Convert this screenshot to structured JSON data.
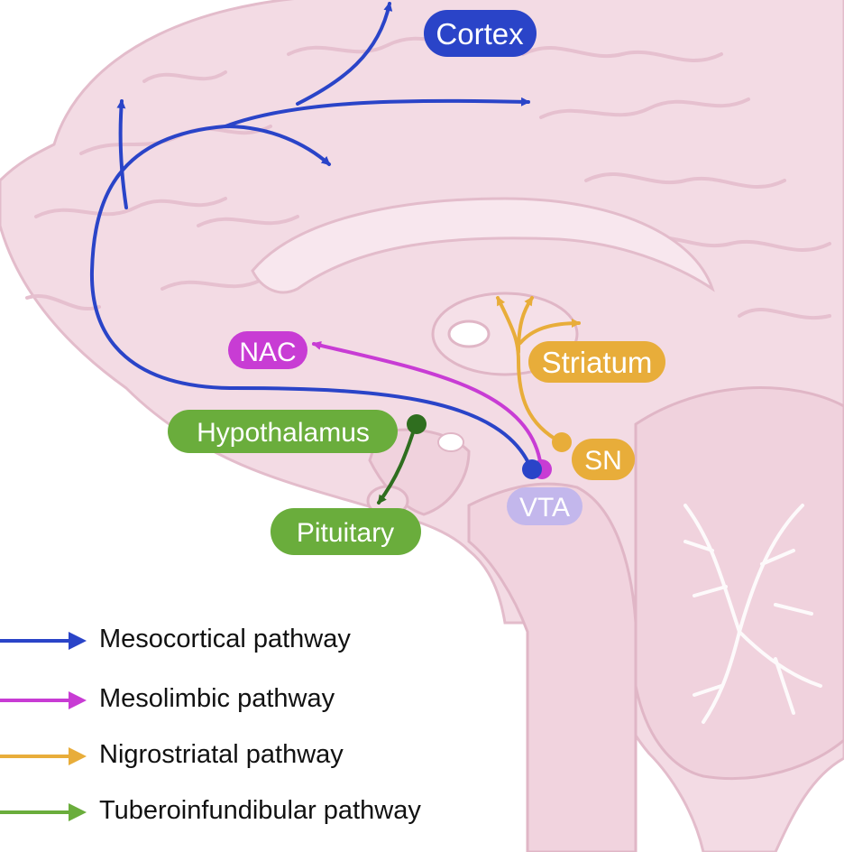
{
  "colors": {
    "brain_fill": "#f3dbe4",
    "brain_fold": "#e6c0cf",
    "mesocortical": "#2a44c8",
    "mesolimbic": "#c83cd4",
    "nigrostriatal": "#e8ad3a",
    "tuberoinfundibular": "#6aad3c",
    "tubero_dark": "#2f6e1f",
    "vta_fill": "#c3b7ec",
    "label_text": "#ffffff"
  },
  "regions": {
    "cortex": "Cortex",
    "nac": "NAC",
    "striatum": "Striatum",
    "hypothalamus": "Hypothalamus",
    "sn": "SN",
    "vta": "VTA",
    "pituitary": "Pituitary"
  },
  "legend": [
    {
      "label": "Mesocortical pathway",
      "color": "#2a44c8"
    },
    {
      "label": "Mesolimbic pathway",
      "color": "#c83cd4"
    },
    {
      "label": "Nigrostriatal pathway",
      "color": "#e8ad3a"
    },
    {
      "label": "Tuberoinfundibular pathway",
      "color": "#6aad3c"
    }
  ]
}
